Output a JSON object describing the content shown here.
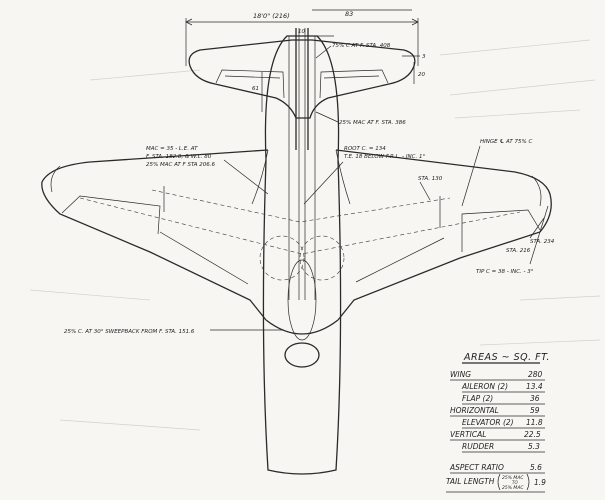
{
  "dimensions": {
    "overall_span": "18'0\" (216)",
    "tail_span_half": "83",
    "center_gap": "10",
    "tip_offset": "3",
    "tail_chord_tip": "20",
    "tail_length_dim": "61"
  },
  "callouts": {
    "tail_quarter_chord": "75% C AT F. STA. 408",
    "tail_mac": "25% MAC AT F. STA. 386",
    "mac_line1": "MAC = 35 - L.E. AT",
    "mac_line2": "F. STA. 182.8, & W.L. 80",
    "mac_line3": "25% MAC AT F STA 206.6",
    "root_line1": "ROOT C. = 134",
    "root_line2": "T.E. 18 BELOW F.R.L. - INC. 1°",
    "hinge": "HINGE ℄ AT 75% C",
    "sta_130": "STA. 130",
    "sta_234": "STA. 234",
    "sta_216": "STA. 216",
    "tip": "TIP C = 38 - INC. - 3°",
    "sweep": "25% C. AT 30° SWEEPBACK FROM F. STA. 151.6"
  },
  "areas_table": {
    "title": "AREAS ~ SQ. FT.",
    "rows": [
      {
        "label": "WING",
        "value": "280"
      },
      {
        "label": "AILERON (2)",
        "value": "13.4"
      },
      {
        "label": "FLAP (2)",
        "value": "36"
      },
      {
        "label": "HORIZONTAL",
        "value": "59"
      },
      {
        "label": "ELEVATOR (2)",
        "value": "11.8"
      },
      {
        "label": "VERTICAL",
        "value": "22.5"
      },
      {
        "label": "RUDDER",
        "value": "5.3"
      }
    ],
    "aspect_ratio_label": "ASPECT RATIO",
    "aspect_ratio_value": "5.6",
    "tail_length_label": "TAIL LENGTH",
    "tail_length_ratio_top": "25% MAC",
    "tail_length_ratio_mid": "TO",
    "tail_length_ratio_bot": "25% MAC",
    "tail_length_value": "1.9"
  }
}
